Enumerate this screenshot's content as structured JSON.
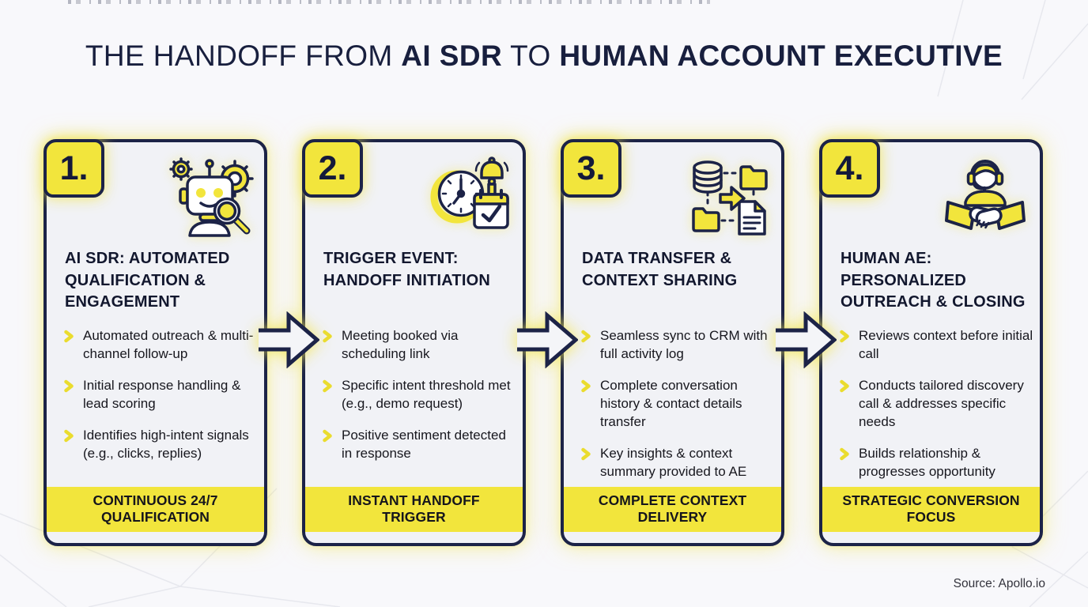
{
  "title": {
    "part1": "THE HANDOFF FROM ",
    "bold1": "AI SDR",
    "part2": " TO ",
    "bold2": "HUMAN ACCOUNT EXECUTIVE"
  },
  "colors": {
    "accent_yellow": "#F2E53C",
    "navy": "#1C2347",
    "card_background": "#F1F2F6",
    "page_background": "#F8F8FB"
  },
  "steps": [
    {
      "number": "1.",
      "icon": "robot-gears-magnifier-icon",
      "heading": "AI SDR: AUTOMATED QUALIFICATION & ENGAGEMENT",
      "bullets": [
        "Automated outreach & multi-channel follow-up",
        "Initial response handling & lead scoring",
        "Identifies high-intent signals (e.g., clicks, replies)"
      ],
      "banner": "CONTINUOUS 24/7 QUALIFICATION"
    },
    {
      "number": "2.",
      "icon": "clock-bell-calendar-icon",
      "heading": "TRIGGER EVENT: HANDOFF INITIATION",
      "bullets": [
        "Meeting booked via scheduling link",
        "Specific intent threshold met (e.g., demo request)",
        "Positive sentiment detected in response"
      ],
      "banner": "INSTANT HANDOFF TRIGGER"
    },
    {
      "number": "3.",
      "icon": "database-folders-document-icon",
      "heading": "DATA TRANSFER & CONTEXT SHARING",
      "bullets": [
        "Seamless sync to CRM with full activity log",
        "Complete conversation history & contact details transfer",
        "Key insights & context summary provided to AE"
      ],
      "banner": "COMPLETE CONTEXT DELIVERY"
    },
    {
      "number": "4.",
      "icon": "agent-headset-handshake-icon",
      "heading": "HUMAN AE: PERSONALIZED OUTREACH & CLOSING",
      "bullets": [
        "Reviews context before initial call",
        "Conducts tailored discovery call & addresses specific needs",
        "Builds relationship & progresses opportunity"
      ],
      "banner": "STRATEGIC CONVERSION FOCUS"
    }
  ],
  "source": "Source: Apollo.io"
}
